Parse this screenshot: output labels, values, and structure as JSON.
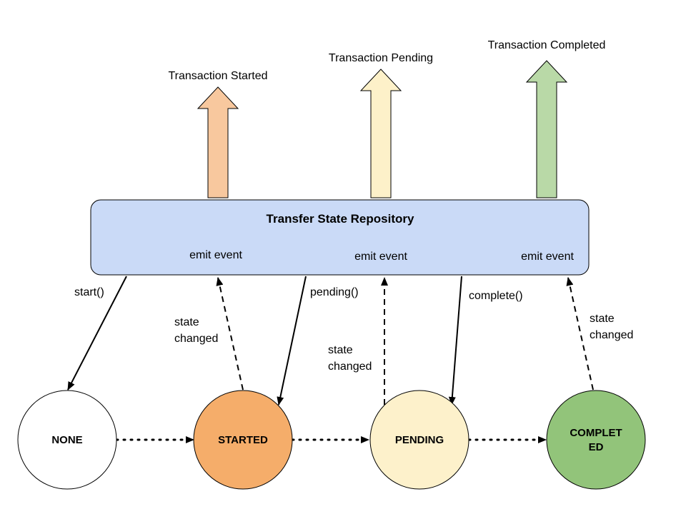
{
  "repository": {
    "title": "Transfer State Repository",
    "emit_labels": [
      "emit event",
      "emit event",
      "emit event"
    ],
    "fill": "#cadaf7",
    "stroke": "#000000"
  },
  "events": [
    {
      "label": "Transaction Started",
      "fill": "#f8c89e"
    },
    {
      "label": "Transaction Pending",
      "fill": "#fdf1c9"
    },
    {
      "label": "Transaction Completed",
      "fill": "#b9d9a7"
    }
  ],
  "states": [
    {
      "line1": "NONE",
      "line2": "",
      "fill": "#ffffff"
    },
    {
      "line1": "STARTED",
      "line2": "",
      "fill": "#f5ad6a"
    },
    {
      "line1": "PENDING",
      "line2": "",
      "fill": "#fdf1cb"
    },
    {
      "line1": "COMPLET",
      "line2": "ED",
      "fill": "#92c47a"
    }
  ],
  "calls": [
    "start()",
    "pending()",
    "complete()"
  ],
  "state_changed": [
    {
      "line1": "state",
      "line2": "changed"
    },
    {
      "line1": "state",
      "line2": "changed"
    },
    {
      "line1": "state",
      "line2": "changed"
    }
  ]
}
